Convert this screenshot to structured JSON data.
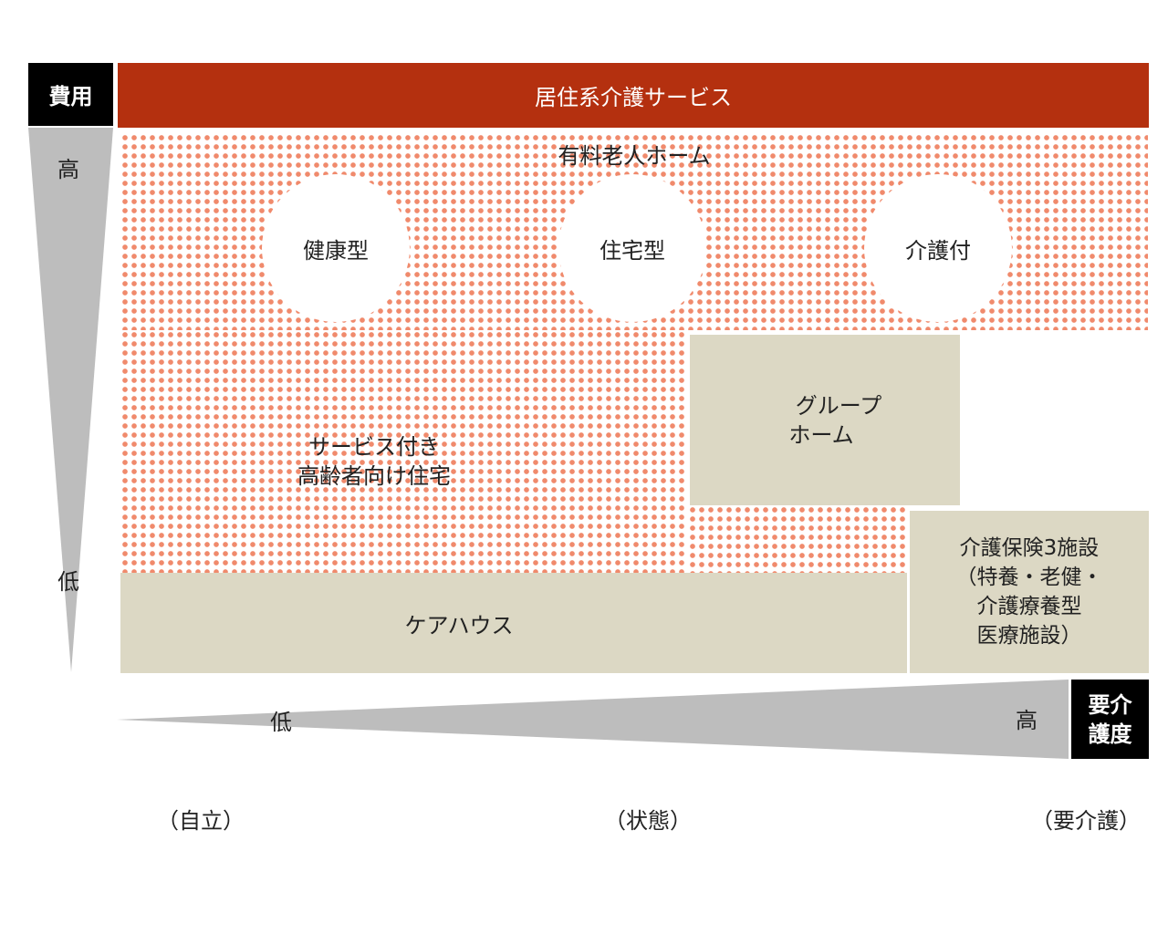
{
  "cost_axis": {
    "label": "費用",
    "high": "高",
    "low": "低"
  },
  "banner": {
    "title": "居住系介護サービス"
  },
  "paid_home": {
    "title": "有料老人ホーム",
    "types": [
      "健康型",
      "住宅型",
      "介護付"
    ]
  },
  "service_housing": {
    "line1": "サービス付き",
    "line2": "高齢者向け住宅"
  },
  "group_home": {
    "line1": "グループ",
    "line2": "ホーム"
  },
  "care_house": {
    "label": "ケアハウス"
  },
  "insurance_facilities": {
    "line1": "介護保険3施設",
    "line2": "（特養・老健・",
    "line3": "介護療養型",
    "line4": "医療施設）"
  },
  "care_axis": {
    "label_line1": "要介",
    "label_line2": "護度",
    "low": "低",
    "high": "高"
  },
  "bottom_labels": {
    "independent": "（自立）",
    "state": "（状態）",
    "needs_care": "（要介護）"
  },
  "colors": {
    "banner": "#b4300f",
    "dots": "#f08a6c",
    "beige": "#dcd8c4",
    "triangle": "#bdbdbd"
  }
}
